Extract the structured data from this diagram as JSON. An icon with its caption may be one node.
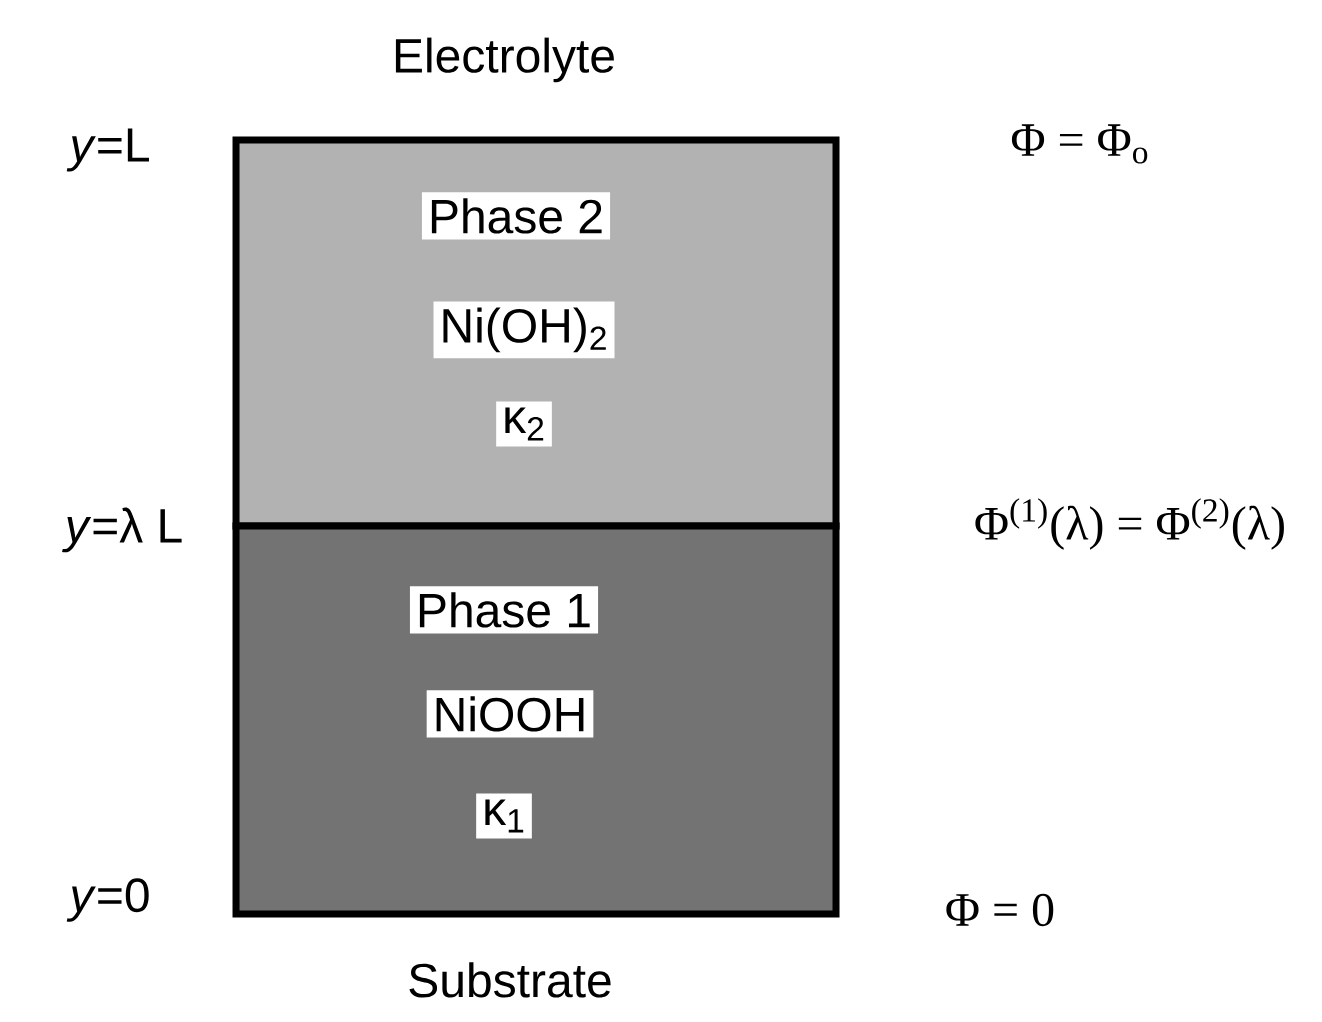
{
  "diagram": {
    "nodes": [
      {
        "text": [
          "Phase 2",
          "Ni(OH)$_{2}$",
          "κ$_{2}$"
        ]
      },
      {
        "text": [
          "Phase 1",
          "NiOOH",
          "κ$_{1}$"
        ]
      }
    ],
    "labels": [
      "Electrolyte",
      "*y*=L",
      "Φ = Φ$_{o}$",
      "*y*=λ L",
      "Φ$^{(1)}$(λ) = Φ$^{(2)}$(λ)",
      "*y*=0",
      "Φ = 0",
      "Substrate"
    ]
  }
}
